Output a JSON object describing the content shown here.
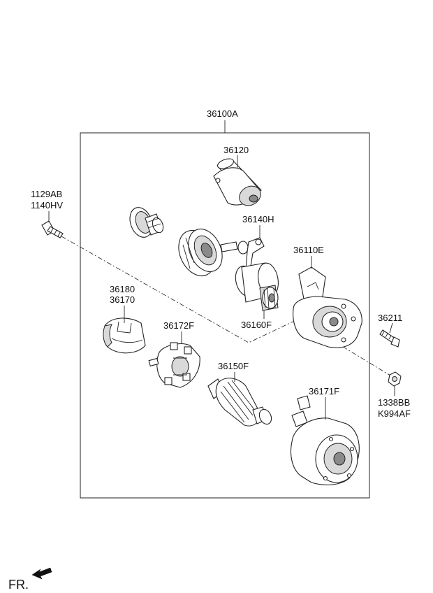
{
  "assembly_label": "36100A",
  "parts": {
    "solenoid": "36120",
    "lever": "36140H",
    "housing": "36110E",
    "holder_a": "36180",
    "holder_b": "36170",
    "brush_holder": "36172F",
    "pinion_clutch": "36160F",
    "armature": "36150F",
    "yoke": "36171F",
    "screw": "36211",
    "bolt_a": "1129AB",
    "bolt_b": "1140HV",
    "nut_a": "1338BB",
    "nut_b": "K994AF"
  },
  "direction_label": "FR."
}
